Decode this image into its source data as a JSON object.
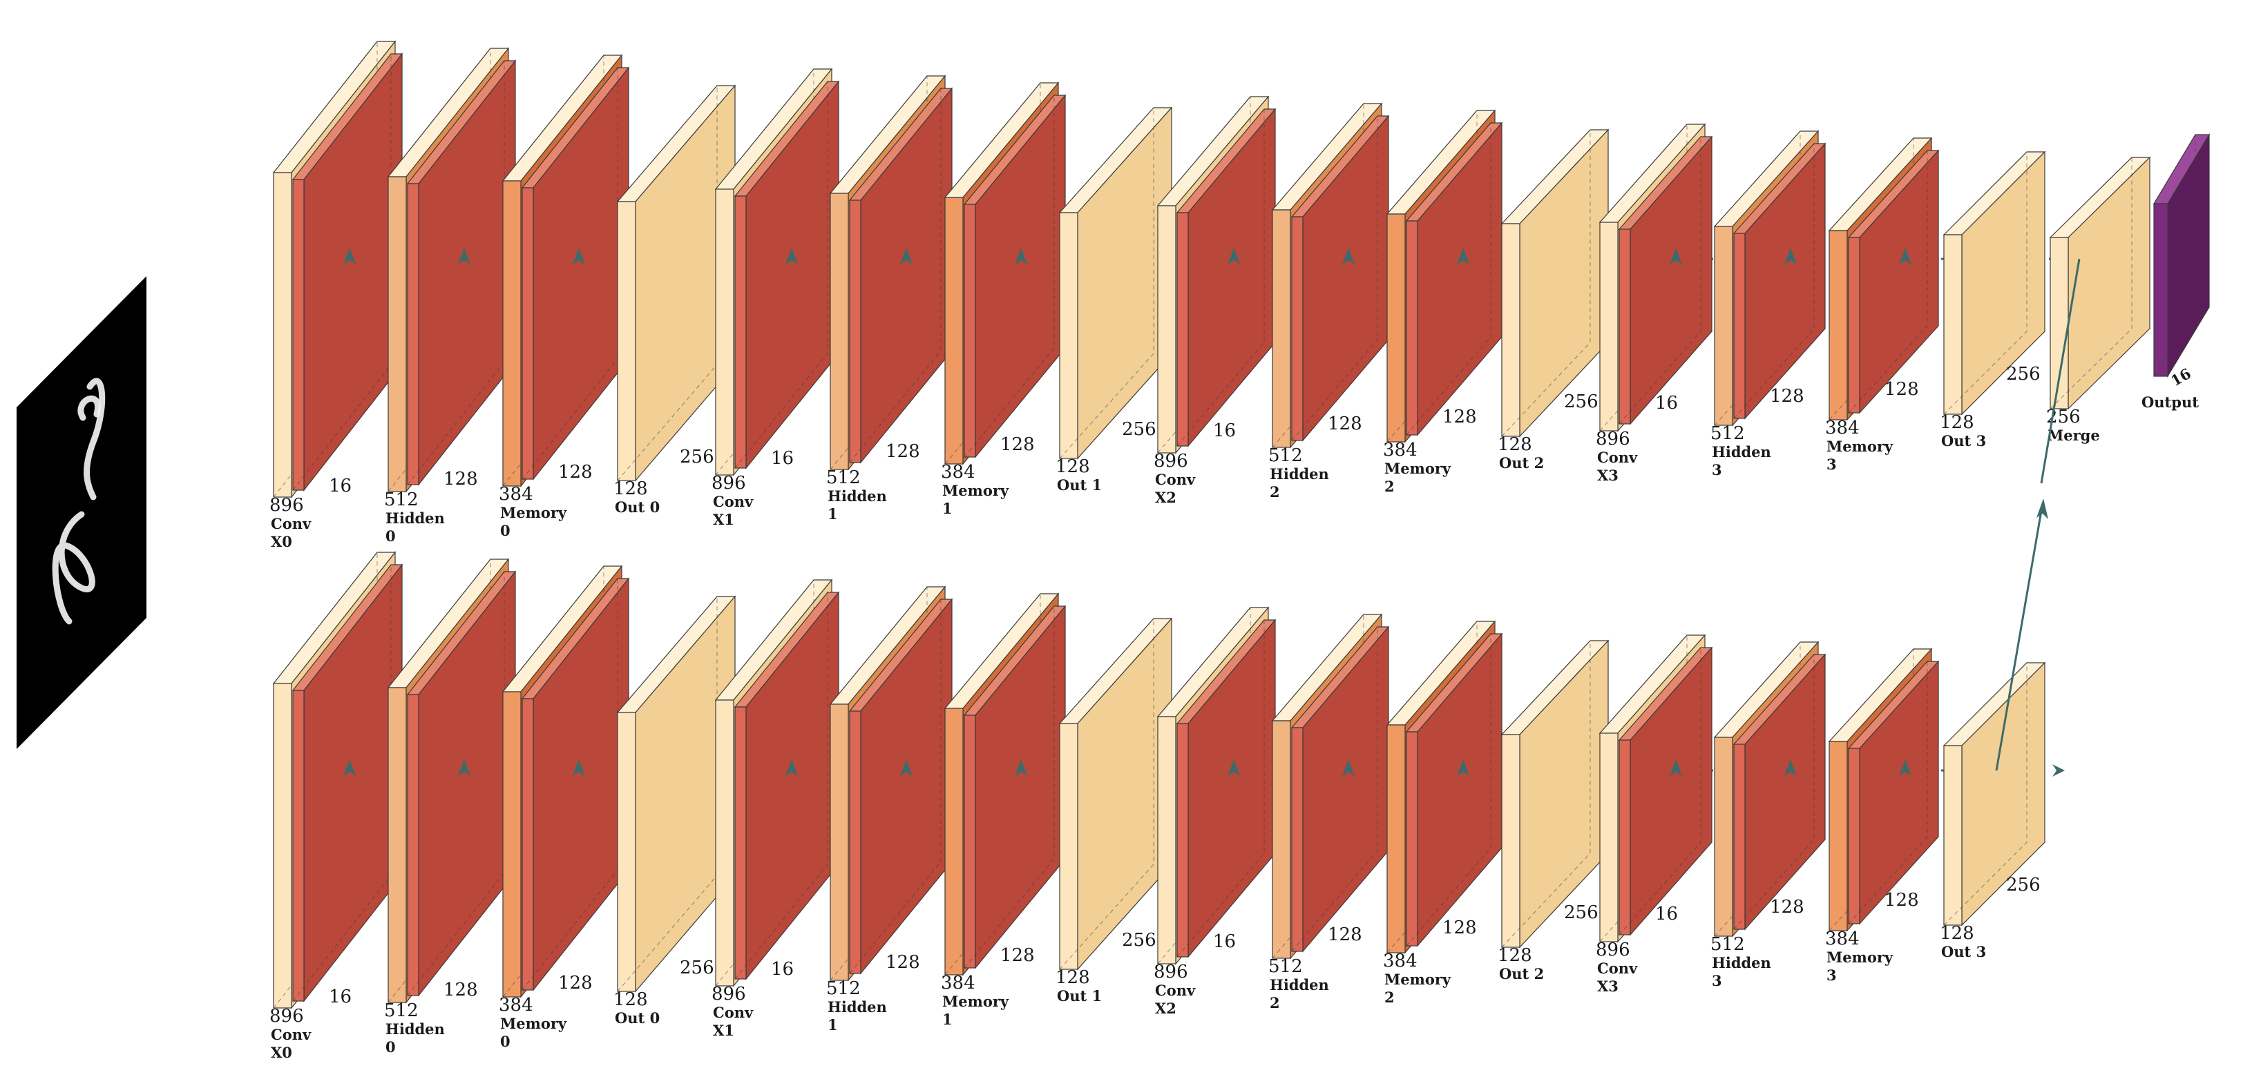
{
  "input": {
    "name": "input-digit-image"
  },
  "colors": {
    "conv_front": "#dc6755",
    "conv_side": "#b9473a",
    "conv_top": "#e7866f",
    "out_front": "#fde6bd",
    "out_side": "#f2cf94",
    "out_top": "#fff1d6",
    "hidden_front": "#f1b582",
    "hidden_side": "#e08c4e",
    "memory_front": "#ee9a62",
    "memory_side": "#d26c38",
    "output_front": "#7c2c7c",
    "output_side": "#5a1d5a",
    "output_top": "#9c4a9c",
    "arrow": "#3d6b6b",
    "edge": "#3a3a3a"
  },
  "rows": [
    {
      "id": "top",
      "groups": [
        {
          "parts": [
            {
              "type": "conv",
              "num": "896",
              "lines": [
                "Conv",
                "X0"
              ],
              "depth": "16"
            }
          ]
        },
        {
          "parts": [
            {
              "type": "hidden",
              "num": "512",
              "lines": [
                "Hidden",
                "0"
              ],
              "depth": "128"
            }
          ]
        },
        {
          "parts": [
            {
              "type": "memory",
              "num": "384",
              "lines": [
                "Memory",
                "0"
              ],
              "depth": "128"
            }
          ]
        },
        {
          "parts": [
            {
              "type": "out",
              "num": "128",
              "lines": [
                "Out 0"
              ],
              "depth": "256"
            }
          ]
        },
        {
          "parts": [
            {
              "type": "conv",
              "num": "896",
              "lines": [
                "Conv",
                "X1"
              ],
              "depth": "16"
            }
          ]
        },
        {
          "parts": [
            {
              "type": "hidden",
              "num": "512",
              "lines": [
                "Hidden",
                "1"
              ],
              "depth": "128"
            }
          ]
        },
        {
          "parts": [
            {
              "type": "memory",
              "num": "384",
              "lines": [
                "Memory",
                "1"
              ],
              "depth": "128"
            }
          ]
        },
        {
          "parts": [
            {
              "type": "out",
              "num": "128",
              "lines": [
                "Out 1"
              ],
              "depth": "256"
            }
          ]
        },
        {
          "parts": [
            {
              "type": "conv",
              "num": "896",
              "lines": [
                "Conv",
                "X2"
              ],
              "depth": "16"
            }
          ]
        },
        {
          "parts": [
            {
              "type": "hidden",
              "num": "512",
              "lines": [
                "Hidden",
                "2"
              ],
              "depth": "128"
            }
          ]
        },
        {
          "parts": [
            {
              "type": "memory",
              "num": "384",
              "lines": [
                "Memory",
                "2"
              ],
              "depth": "128"
            }
          ]
        },
        {
          "parts": [
            {
              "type": "out",
              "num": "128",
              "lines": [
                "Out 2"
              ],
              "depth": "256"
            }
          ]
        },
        {
          "parts": [
            {
              "type": "conv",
              "num": "896",
              "lines": [
                "Conv",
                "X3"
              ],
              "depth": "16"
            }
          ]
        },
        {
          "parts": [
            {
              "type": "hidden",
              "num": "512",
              "lines": [
                "Hidden",
                "3"
              ],
              "depth": "128"
            }
          ]
        },
        {
          "parts": [
            {
              "type": "memory",
              "num": "384",
              "lines": [
                "Memory",
                "3"
              ],
              "depth": "128"
            }
          ]
        },
        {
          "parts": [
            {
              "type": "out",
              "num": "128",
              "lines": [
                "Out 3"
              ],
              "depth": "256"
            }
          ]
        },
        {
          "parts": [
            {
              "type": "merge",
              "num": "256",
              "lines": [
                "Merge"
              ],
              "depth": ""
            }
          ]
        },
        {
          "parts": [
            {
              "type": "output",
              "num": "",
              "lines": [
                "Output"
              ],
              "depth": "16"
            }
          ]
        }
      ]
    },
    {
      "id": "bottom",
      "groups": [
        {
          "parts": [
            {
              "type": "conv",
              "num": "896",
              "lines": [
                "Conv",
                "X0"
              ],
              "depth": "16"
            }
          ]
        },
        {
          "parts": [
            {
              "type": "hidden",
              "num": "512",
              "lines": [
                "Hidden",
                "0"
              ],
              "depth": "128"
            }
          ]
        },
        {
          "parts": [
            {
              "type": "memory",
              "num": "384",
              "lines": [
                "Memory",
                "0"
              ],
              "depth": "128"
            }
          ]
        },
        {
          "parts": [
            {
              "type": "out",
              "num": "128",
              "lines": [
                "Out 0"
              ],
              "depth": "256"
            }
          ]
        },
        {
          "parts": [
            {
              "type": "conv",
              "num": "896",
              "lines": [
                "Conv",
                "X1"
              ],
              "depth": "16"
            }
          ]
        },
        {
          "parts": [
            {
              "type": "hidden",
              "num": "512",
              "lines": [
                "Hidden",
                "1"
              ],
              "depth": "128"
            }
          ]
        },
        {
          "parts": [
            {
              "type": "memory",
              "num": "384",
              "lines": [
                "Memory",
                "1"
              ],
              "depth": "128"
            }
          ]
        },
        {
          "parts": [
            {
              "type": "out",
              "num": "128",
              "lines": [
                "Out 1"
              ],
              "depth": "256"
            }
          ]
        },
        {
          "parts": [
            {
              "type": "conv",
              "num": "896",
              "lines": [
                "Conv",
                "X2"
              ],
              "depth": "16"
            }
          ]
        },
        {
          "parts": [
            {
              "type": "hidden",
              "num": "512",
              "lines": [
                "Hidden",
                "2"
              ],
              "depth": "128"
            }
          ]
        },
        {
          "parts": [
            {
              "type": "memory",
              "num": "384",
              "lines": [
                "Memory",
                "2"
              ],
              "depth": "128"
            }
          ]
        },
        {
          "parts": [
            {
              "type": "out",
              "num": "128",
              "lines": [
                "Out 2"
              ],
              "depth": "256"
            }
          ]
        },
        {
          "parts": [
            {
              "type": "conv",
              "num": "896",
              "lines": [
                "Conv",
                "X3"
              ],
              "depth": "16"
            }
          ]
        },
        {
          "parts": [
            {
              "type": "hidden",
              "num": "512",
              "lines": [
                "Hidden",
                "3"
              ],
              "depth": "128"
            }
          ]
        },
        {
          "parts": [
            {
              "type": "memory",
              "num": "384",
              "lines": [
                "Memory",
                "3"
              ],
              "depth": "128"
            }
          ]
        },
        {
          "parts": [
            {
              "type": "out",
              "num": "128",
              "lines": [
                "Out 3"
              ],
              "depth": "256"
            }
          ]
        }
      ]
    }
  ]
}
